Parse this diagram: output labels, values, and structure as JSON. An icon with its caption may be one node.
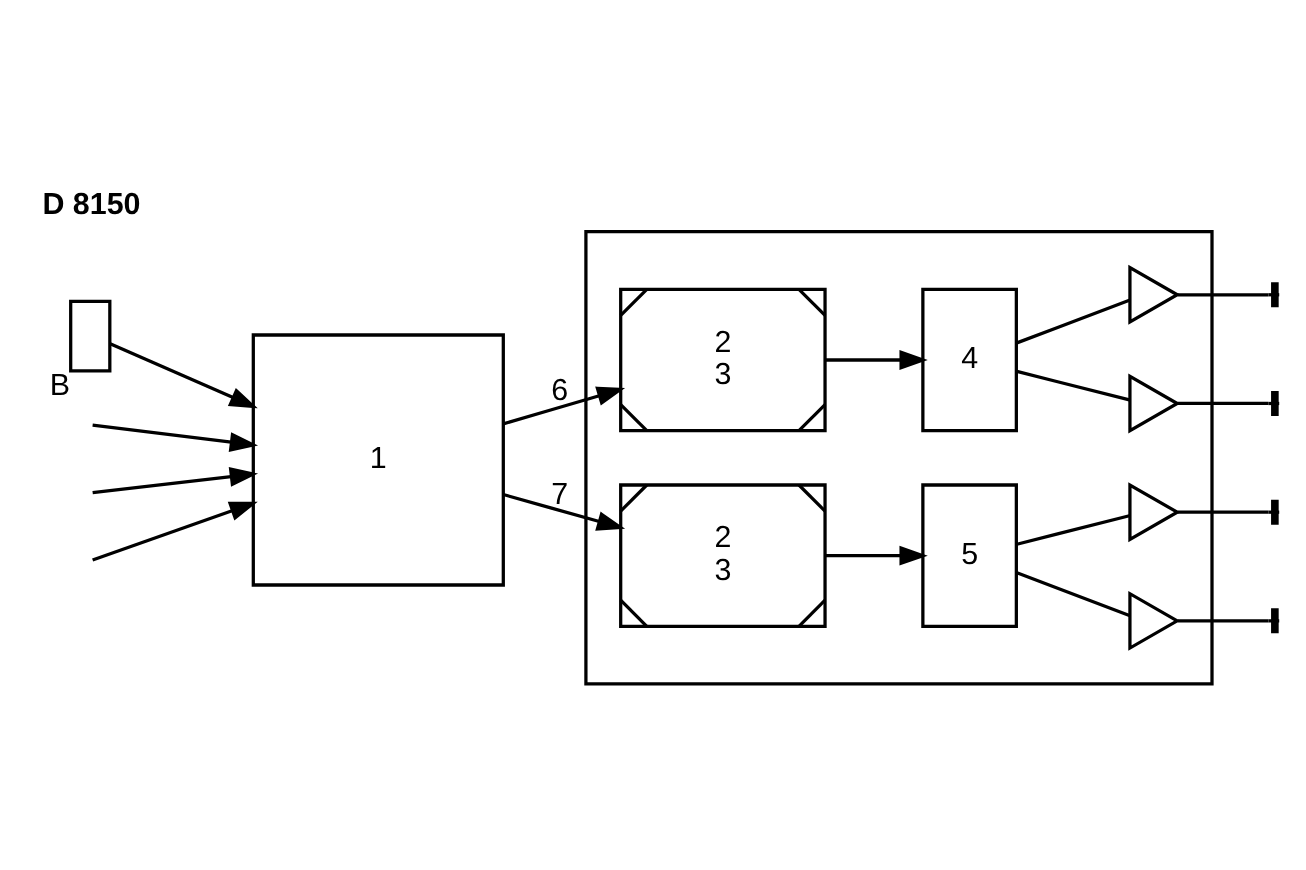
{
  "diagram": {
    "nodes": [
      {
        "text": [
          "1"
        ]
      },
      {
        "text": [],
        "shape": "box"
      },
      {
        "text": [
          "2",
          "3"
        ],
        "in": 1
      },
      {
        "text": [
          "4"
        ],
        "in": 1
      },
      {
        "text": [
          "2",
          "3"
        ],
        "in": 1
      },
      {
        "text": [
          "5"
        ],
        "in": 1
      },
      {
        "text": [],
        "shape": "triangle",
        "in": 1
      },
      {
        "text": [],
        "shape": "triangle",
        "in": 1
      },
      {
        "text": [],
        "shape": "triangle",
        "in": 1
      },
      {
        "text": [],
        "shape": "triangle",
        "in": 1
      },
      {
        "text": [],
        "shape": "box",
        "beside": [
          "B"
        ]
      }
    ],
    "edges": [
      {
        "from": null,
        "to": 0,
        "arrow": "to"
      },
      {
        "from": null,
        "to": 0,
        "arrow": "to"
      },
      {
        "from": null,
        "to": 0,
        "arrow": "to"
      },
      {
        "from": 0,
        "to": 2,
        "label": "6",
        "arrow": "to"
      },
      {
        "from": 0,
        "to": 4,
        "label": "7",
        "arrow": "to"
      },
      {
        "from": 2,
        "to": 3,
        "arrow": "to"
      },
      {
        "from": 4,
        "to": 5,
        "arrow": "to"
      },
      {
        "from": 3,
        "to": 6,
        "arrow": "none"
      },
      {
        "from": 3,
        "to": 7,
        "arrow": "none"
      },
      {
        "from": 5,
        "to": 8,
        "arrow": "none"
      },
      {
        "from": 5,
        "to": 9,
        "arrow": "none"
      },
      {
        "from": 6,
        "to": null,
        "arrow": "other"
      },
      {
        "from": 7,
        "to": null,
        "arrow": "other"
      },
      {
        "from": 8,
        "to": null,
        "arrow": "other"
      },
      {
        "from": 9,
        "to": null,
        "arrow": "other"
      },
      {
        "from": 10,
        "to": 0,
        "arrow": "to"
      }
    ],
    "labels": [
      "D 8150"
    ]
  }
}
